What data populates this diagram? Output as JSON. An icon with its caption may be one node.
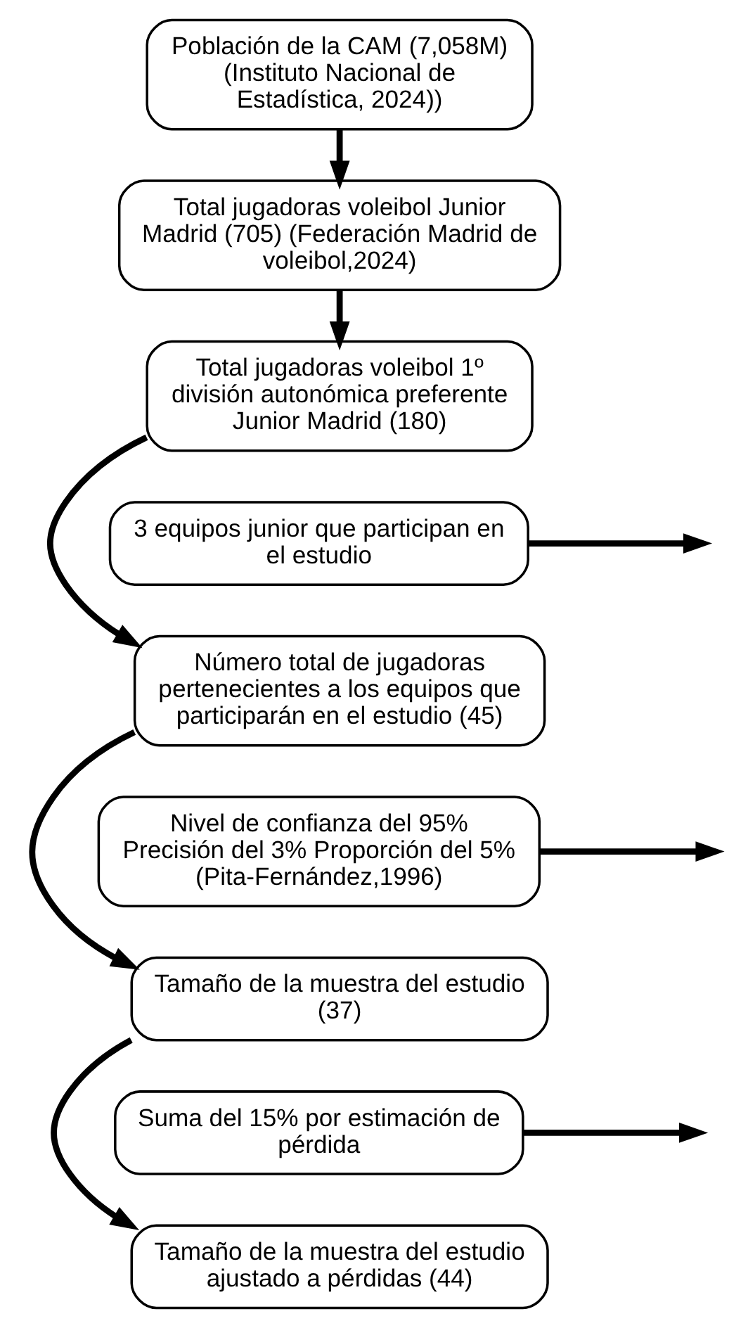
{
  "diagram": {
    "nodes": [
      {
        "text": [
          "Población de la CAM (7,058M) (Instituto Nacional de Estadística, 2024))"
        ]
      },
      {
        "text": [
          "Total jugadoras voleibol Junior Madrid (705) (Federación Madrid de voleibol,2024)"
        ]
      },
      {
        "text": [
          "Total jugadoras voleibol 1º división autonómica preferente Junior Madrid (180)"
        ]
      },
      {
        "text": [
          "3 equipos junior que participan en el estudio"
        ]
      },
      {
        "text": [
          "Número total de jugadoras pertenecientes a los equipos que participarán en el estudio (45)"
        ]
      },
      {
        "text": [
          "Nivel de confianza del 95% Precisión del 3% Proporción del 5% (Pita-Fernández,1996)"
        ]
      },
      {
        "text": [
          "Tamaño de la muestra del estudio (37)"
        ]
      },
      {
        "text": [
          "Suma del 15% por estimación de pérdida"
        ]
      },
      {
        "text": [
          "Tamaño de la muestra del estudio ajustado a pérdidas (44)"
        ]
      }
    ],
    "edges": [
      {
        "from": 0,
        "to": 1,
        "arrow": "to"
      },
      {
        "from": 1,
        "to": 2,
        "arrow": "to"
      },
      {
        "from": 2,
        "to": 4,
        "arrow": "to"
      },
      {
        "from": 3,
        "to": null,
        "arrow": "to"
      },
      {
        "from": 4,
        "to": 6,
        "arrow": "to"
      },
      {
        "from": 5,
        "to": null,
        "arrow": "to"
      },
      {
        "from": 6,
        "to": 8,
        "arrow": "to"
      },
      {
        "from": 7,
        "to": null,
        "arrow": "to"
      }
    ]
  }
}
